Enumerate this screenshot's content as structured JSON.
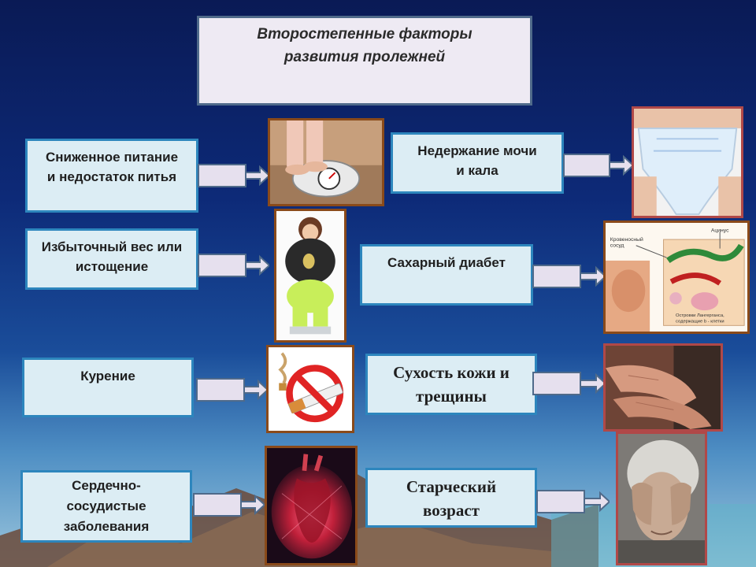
{
  "title": {
    "line1": "Второстепенные факторы",
    "line2": "развития пролежней"
  },
  "left_factors": [
    {
      "line1": "Сниженное питание",
      "line2": "и недостаток питья",
      "line3": ""
    },
    {
      "line1": "Избыточный вес или",
      "line2": "истощение",
      "line3": ""
    },
    {
      "line1": "Курение",
      "line2": "",
      "line3": ""
    },
    {
      "line1": "Сердечно-",
      "line2": "сосудистые",
      "line3": "заболевания"
    }
  ],
  "right_factors": [
    {
      "line1": "Недержание мочи",
      "line2": "и кала"
    },
    {
      "line1": "Сахарный диабет",
      "line2": ""
    },
    {
      "line1": "Сухость кожи и",
      "line2": "трещины"
    },
    {
      "line1": "Старческий",
      "line2": "возраст"
    }
  ],
  "diagram_labels": {
    "label1": "Ацинус",
    "label2a": "Кровеносный",
    "label2b": "сосуд",
    "label3a": "Островки Лангерганса,",
    "label3b": "содержащие  b - клетки"
  },
  "colors": {
    "box_fill": "#dcedf4",
    "box_border": "#2d86bd",
    "title_fill": "#eeeaf3",
    "arrow_fill": "#e6e0ee"
  },
  "icons": [
    "scale-icon",
    "overweight-person-icon",
    "no-smoking-icon",
    "heart-icon",
    "diaper-icon",
    "pancreas-diagram-icon",
    "dry-hands-icon",
    "elderly-face-icon"
  ]
}
